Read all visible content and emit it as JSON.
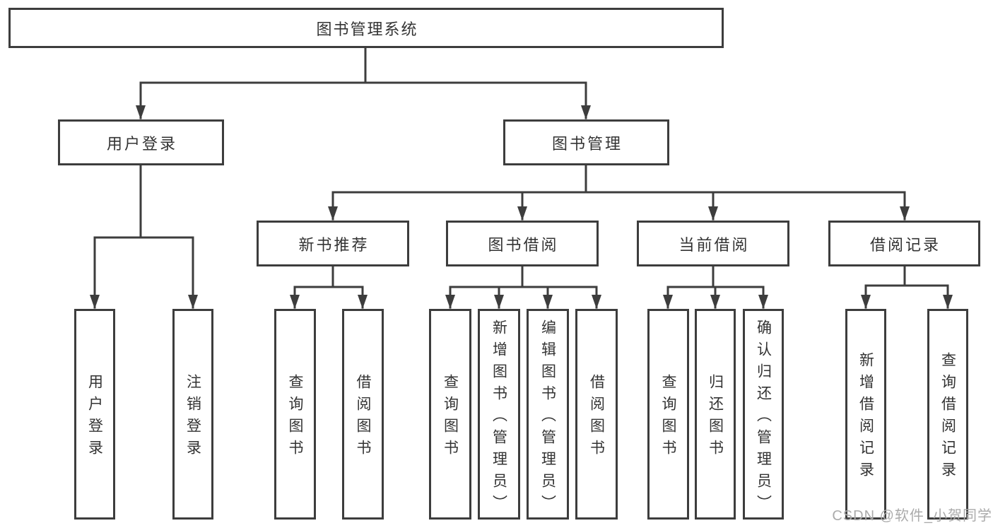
{
  "diagram": {
    "title": "图书管理系统",
    "level2": {
      "user_login": "用户登录",
      "book_management": "图书管理"
    },
    "level3": {
      "new_book_recommend": "新书推荐",
      "book_borrow": "图书借阅",
      "current_borrow": "当前借阅",
      "borrow_record": "借阅记录"
    },
    "leaves": {
      "user_login_login": "用户登录",
      "user_login_logout": "注销登录",
      "rec_query_books": "查询图书",
      "rec_borrow_books": "借阅图书",
      "borrow_query_books": "查询图书",
      "borrow_add_books": "新增图书（管理员）",
      "borrow_edit_books": "编辑图书（管理员）",
      "borrow_borrow_books": "借阅图书",
      "current_query_books": "查询图书",
      "current_return_books": "归还图书",
      "current_confirm_return": "确认归还（管理员）",
      "record_add_record": "新增借阅记录",
      "record_query_record": "查询借阅记录"
    }
  },
  "watermark": {
    "text": "CSDN @软件_小贺同学",
    "color": "#ababab"
  },
  "colors": {
    "line": "#3d3d3d",
    "text": "#333333",
    "background": "#ffffff"
  }
}
